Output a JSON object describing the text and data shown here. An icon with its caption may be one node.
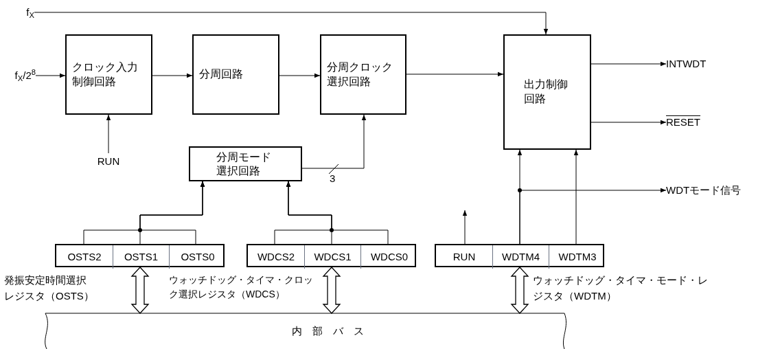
{
  "diagram": {
    "nodes": [
      {
        "text": [
          "f$_{X}$"
        ]
      },
      {
        "text": [
          "f$_{X}$/2$^{8}$"
        ]
      },
      {
        "text": [
          "クロック入力制御回路"
        ]
      },
      {
        "text": [
          "分周回路"
        ]
      },
      {
        "text": [
          "分周クロック選択回路"
        ]
      },
      {
        "text": [
          "出力制御回路"
        ]
      },
      {
        "text": [
          "INTWDT"
        ]
      },
      {
        "text": [
          "RESET"
        ]
      },
      {
        "text": [
          "RUN"
        ]
      },
      {
        "text": [
          "分周モード選択回路"
        ]
      },
      {
        "text": [
          "WDTモード信号"
        ]
      },
      {
        "text": [],
        "shape": "box",
        "beside": [
          "発振安定時間選択レジスタ（OSTS）"
        ]
      },
      {
        "text": [
          "OSTS2"
        ],
        "in": 11
      },
      {
        "text": [
          "OSTS1"
        ],
        "in": 11
      },
      {
        "text": [
          "OSTS0"
        ],
        "in": 11
      },
      {
        "text": [],
        "shape": "box",
        "beside": [
          "ウォッチドッグ・タイマ・クロック選択レジスタ（WDCS）"
        ]
      },
      {
        "text": [
          "WDCS2"
        ],
        "in": 15
      },
      {
        "text": [
          "WDCS1"
        ],
        "in": 15
      },
      {
        "text": [
          "WDCS0"
        ],
        "in": 15
      },
      {
        "text": [],
        "shape": "box",
        "beside": [
          "ウォッチドッグ・タイマ・モード・レジスタ（WDTM）"
        ]
      },
      {
        "text": [
          "RUN"
        ],
        "in": 19
      },
      {
        "text": [
          "WDTM4"
        ],
        "in": 19
      },
      {
        "text": [
          "WDTM3"
        ],
        "in": 19
      },
      {
        "text": [
          "内部バス"
        ]
      }
    ],
    "edges": [
      {
        "from": 0,
        "to": 5,
        "arrow": "to"
      },
      {
        "from": 1,
        "to": 2,
        "arrow": "to"
      },
      {
        "from": 2,
        "to": 3,
        "arrow": "to"
      },
      {
        "from": 3,
        "to": 4,
        "arrow": "to"
      },
      {
        "from": 4,
        "to": 5,
        "arrow": "to"
      },
      {
        "from": 5,
        "to": 6,
        "arrow": "to"
      },
      {
        "from": 5,
        "to": 7,
        "arrow": "to"
      },
      {
        "from": 8,
        "to": 2,
        "arrow": "to"
      },
      {
        "from": 9,
        "to": 4,
        "arrow": "to",
        "label": "3"
      },
      {
        "from": 12,
        "to": 9,
        "arrow": "to"
      },
      {
        "from": 13,
        "to": 9,
        "arrow": "to"
      },
      {
        "from": 14,
        "to": 9,
        "arrow": "to"
      },
      {
        "from": 16,
        "to": 9,
        "arrow": "to"
      },
      {
        "from": 17,
        "to": 9,
        "arrow": "to"
      },
      {
        "from": 18,
        "to": 9,
        "arrow": "to"
      },
      {
        "from": 20,
        "to": null,
        "arrow": "to"
      },
      {
        "from": 21,
        "to": 5,
        "arrow": "to"
      },
      {
        "from": 21,
        "to": 10,
        "arrow": "to"
      },
      {
        "from": 22,
        "to": 5,
        "arrow": "to"
      },
      {
        "from": 23,
        "to": 11,
        "arrow": "both",
        "style": "thick"
      },
      {
        "from": 23,
        "to": 15,
        "arrow": "both",
        "style": "thick"
      },
      {
        "from": 23,
        "to": 19,
        "arrow": "both",
        "style": "thick"
      }
    ]
  }
}
